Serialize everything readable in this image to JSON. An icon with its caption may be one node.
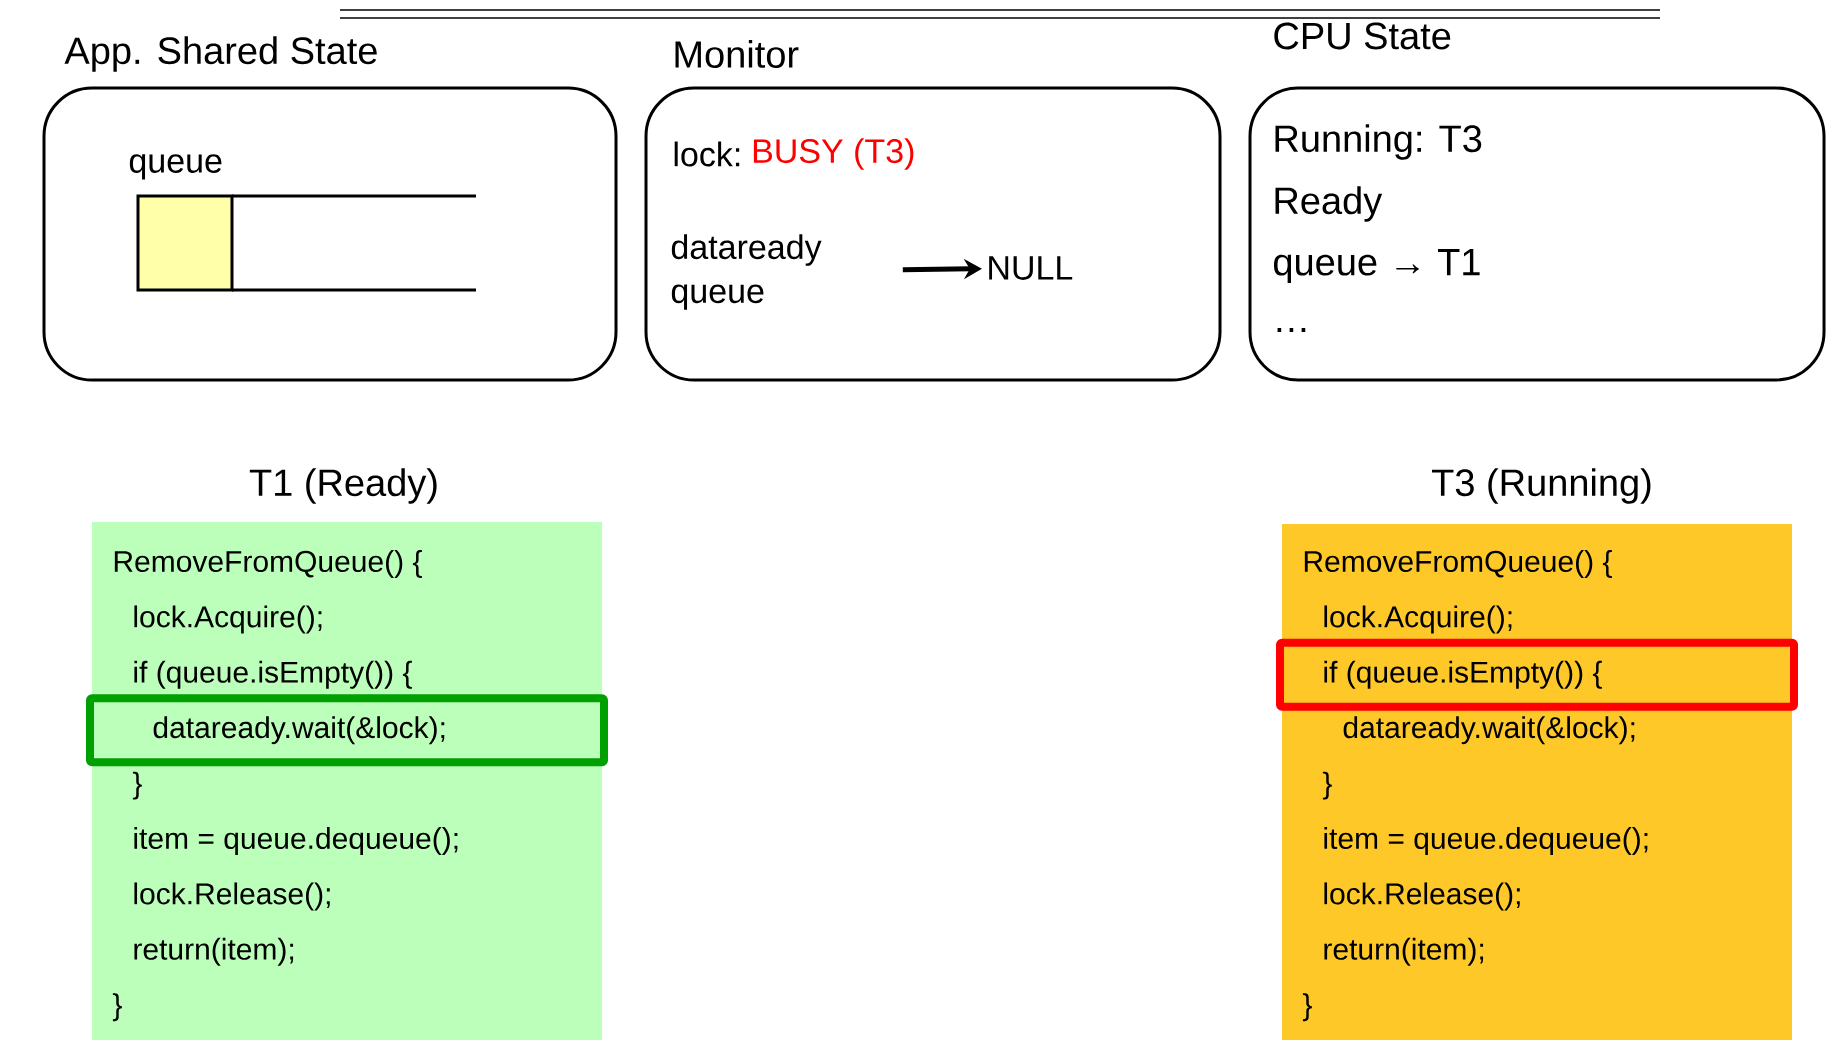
{
  "diagram": {
    "nodes": [
      {
        "text": [
          "App. Shared State"
        ]
      },
      {
        "text": [
          "queue"
        ],
        "in": 0
      },
      {
        "text": [
          "Monitor",
          "lock:",
          "BUSY (T3)"
        ]
      },
      {
        "text": [
          "dataready queue"
        ],
        "in": 2
      },
      {
        "text": [
          "NULL"
        ],
        "in": 2
      },
      {
        "text": [
          "CPU State",
          "Running: T3",
          "Ready",
          "queue → T1",
          "…"
        ]
      },
      {
        "text": [
          "T1 (Ready)",
          "RemoveFromQueue() {",
          "lock.Acquire();",
          "if (queue.isEmpty()) {",
          "dataready.wait(&lock);",
          "}",
          "item = queue.dequeue();",
          "lock.Release();",
          "return(item);",
          "}"
        ]
      },
      {
        "text": [
          "T3 (Running)",
          "RemoveFromQueue() {",
          "lock.Acquire();",
          "if (queue.isEmpty()) {",
          "dataready.wait(&lock);",
          "}",
          "item = queue.dequeue();",
          "lock.Release();",
          "return(item);",
          "}"
        ]
      }
    ],
    "edges": [
      {
        "from": 3,
        "to": 4,
        "arrow": "to"
      }
    ]
  }
}
